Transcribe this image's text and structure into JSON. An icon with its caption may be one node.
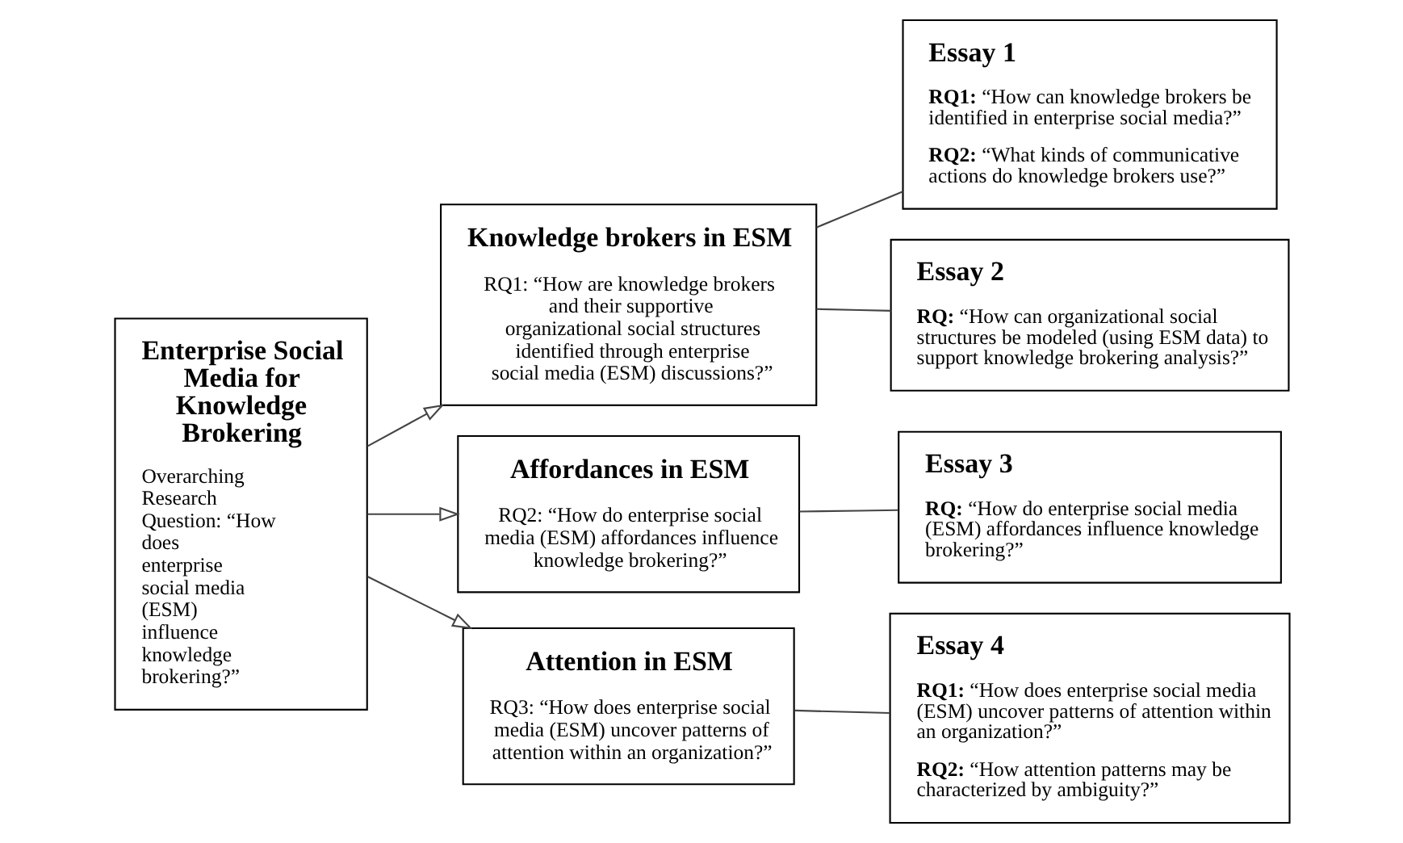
{
  "diagram": {
    "nodes": [
      {
        "text": [
          "Enterprise Social Media for Knowledge Brokering",
          "Overarching Research Question: “How does enterprise social media (ESM) influence knowledge brokering?”"
        ]
      },
      {
        "text": [
          "Knowledge brokers in ESM",
          "RQ1: “How are knowledge brokers and their supportive organizational social structures identified through enterprise social media (ESM) discussions?”"
        ]
      },
      {
        "text": [
          "Affordances in ESM",
          "RQ2: “How do enterprise social media (ESM) affordances influence knowledge brokering?”"
        ]
      },
      {
        "text": [
          "Attention in ESM",
          "RQ3: “How does enterprise social media (ESM) uncover patterns of attention within an organization?”"
        ]
      },
      {
        "text": [
          "Essay 1",
          "**RQ1:** “How can knowledge brokers be identified in enterprise social media?”",
          "**RQ2:** “What kinds of communicative actions do knowledge brokers use?”"
        ]
      },
      {
        "text": [
          "Essay 2",
          "**RQ:** “How can organizational social structures be modeled (using ESM data) to support knowledge brokering analysis?”"
        ]
      },
      {
        "text": [
          "Essay 3",
          "**RQ:** “How do enterprise social media (ESM) affordances influence knowledge brokering?”"
        ]
      },
      {
        "text": [
          "Essay 4",
          "**RQ1:** “How does enterprise social media (ESM) uncover patterns of attention within an organization?”",
          "**RQ2:** “How attention patterns may be characterized by ambiguity?”"
        ]
      }
    ],
    "edges": [
      {
        "from": 0,
        "to": 1,
        "arrow": "to"
      },
      {
        "from": 0,
        "to": 2,
        "arrow": "to"
      },
      {
        "from": 0,
        "to": 3,
        "arrow": "to"
      },
      {
        "from": 1,
        "to": 4,
        "arrow": "none"
      },
      {
        "from": 1,
        "to": 5,
        "arrow": "none"
      },
      {
        "from": 2,
        "to": 6,
        "arrow": "none"
      },
      {
        "from": 3,
        "to": 7,
        "arrow": "none"
      }
    ]
  }
}
